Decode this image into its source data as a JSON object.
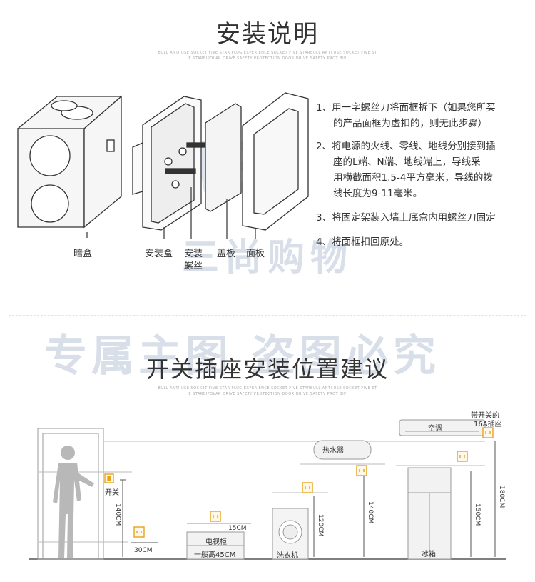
{
  "section1": {
    "title": "安装说明",
    "subtitle_line1": "BULL ANTI USE SOCKET FIVE STAR PLUG EXPERIENCE SOCKET FIVE STARBULL ANTI USE SOCKET FIVE ST",
    "subtitle_line2": "E STARBIPOLAR DRIVE SAFETY PROTECTION DOOR DRIVE SAFETY PROT BIP",
    "steps": [
      {
        "line1": "1、用一字螺丝刀将面框拆下（如果您所买",
        "line2": "的产品面框为虚扣的，则无此步骤）",
        "line3": "",
        "line4": ""
      },
      {
        "line1": "2、将电源的火线、零线、地线分别接到插",
        "line2": "座的L端、N端、地线端上，导线采",
        "line3": "用横截面积1.5-4平方毫米，导线的拨",
        "line4": "线长度为9-11毫米。"
      },
      {
        "line1": "3、将固定架装入墙上底盒内用螺丝刀固定",
        "line2": "",
        "line3": "",
        "line4": ""
      },
      {
        "line1": "4、将面框扣回原处。",
        "line2": "",
        "line3": "",
        "line4": ""
      }
    ],
    "parts": {
      "concealed_box": "暗盒",
      "mount_box": "安装盒",
      "screw_line1": "安装",
      "screw_line2": "螺丝",
      "cover": "盖板",
      "panel": "面板"
    },
    "watermark": "三尚购物"
  },
  "section2": {
    "title": "开关插座安装位置建议",
    "subtitle_line1": "BULL ANTI USE SOCKET FIVE STAR PLUG EXPERIENCE SOCKET FIVE STARBULL ANTI USE SOCKET FIVE ST",
    "subtitle_line2": "E STARBIPOLAR DRIVE SAFETY PROTECTION DOOR DRIVE SAFETY PROT BIP",
    "watermark": "专属主图 盗图必究",
    "labels": {
      "switch": "开关",
      "h_140_switch": "140CM",
      "h_30": "30CM",
      "h_15": "15CM",
      "tv_stand": "电视柜",
      "tv_height": "一般高45CM",
      "washer": "洗衣机",
      "h_120": "120CM",
      "water_heater": "热水器",
      "h_140_heater": "140CM",
      "fridge": "冰箱",
      "h_150": "150CM",
      "ac": "空调",
      "switched_socket_line1": "带开关的",
      "switched_socket_line2": "16A插座",
      "h_180": "180CM"
    },
    "accent_color": "#e8a21a"
  }
}
